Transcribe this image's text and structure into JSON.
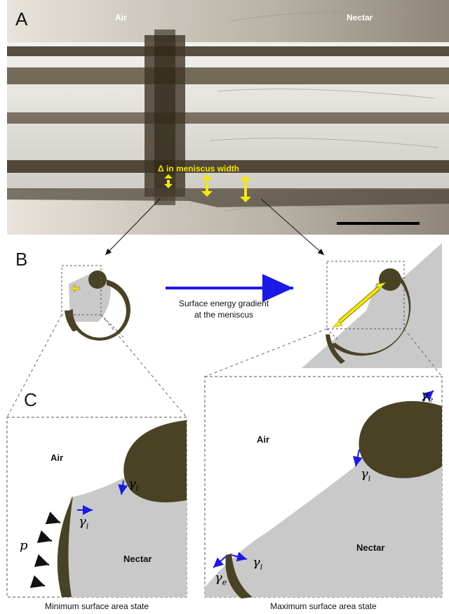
{
  "panels": {
    "a": "A",
    "b": "B",
    "c": "C"
  },
  "micrograph": {
    "left_label": "Air",
    "right_label": "Nectar",
    "meniscus_label": "Δ in meniscus width"
  },
  "diagram_b": {
    "gradient_line1": "Surface energy gradient",
    "gradient_line2": "at the meniscus"
  },
  "detail_left": {
    "air_label": "Air",
    "nectar_label": "Nectar",
    "pressure_symbol": "p",
    "gamma_symbol": "γ",
    "subscript_i": "i",
    "caption": "Minimum surface area state"
  },
  "detail_right": {
    "air_label": "Air",
    "nectar_label": "Nectar",
    "gamma_symbol": "γ",
    "subscript_i": "i",
    "subscript_e": "e",
    "caption": "Maximum surface area state"
  },
  "colors": {
    "papilla": "#4a4225",
    "nectar": "#c9c9c9",
    "gradient_arrow": "#1a1ae6",
    "highlight_arrow": "#f5ea00"
  }
}
